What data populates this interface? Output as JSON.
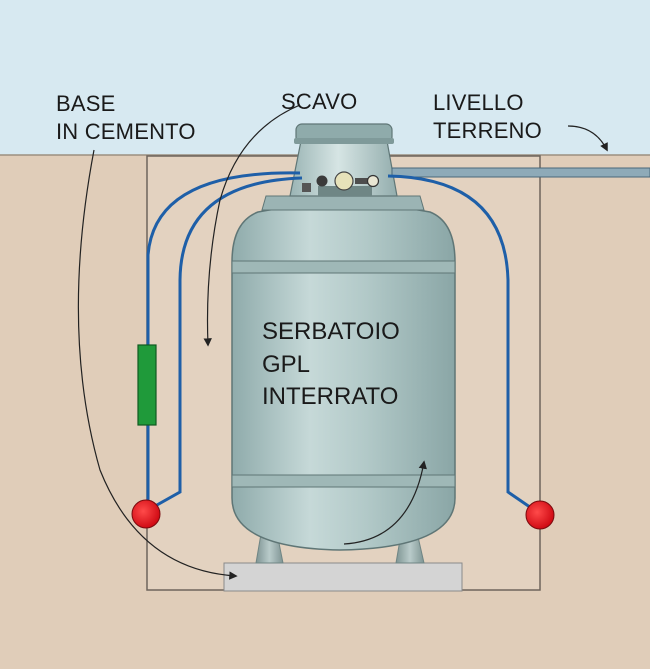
{
  "labels": {
    "base_line1": "BASE",
    "base_line2": "IN CEMENTO",
    "scavo": "SCAVO",
    "livello_line1": "LIVELLO",
    "livello_line2": "TERRENO",
    "tank_line1": "SERBATOIO",
    "tank_line2": "GPL",
    "tank_line3": "INTERRATO"
  },
  "colors": {
    "sky": "#d7e9f1",
    "soil": "#e0cdb9",
    "tank": "#a9c2c1",
    "pipe": "#1e5fa8",
    "anode": "#e8141c",
    "sensor": "#1f9a3a",
    "base": "#d4d4d4"
  }
}
